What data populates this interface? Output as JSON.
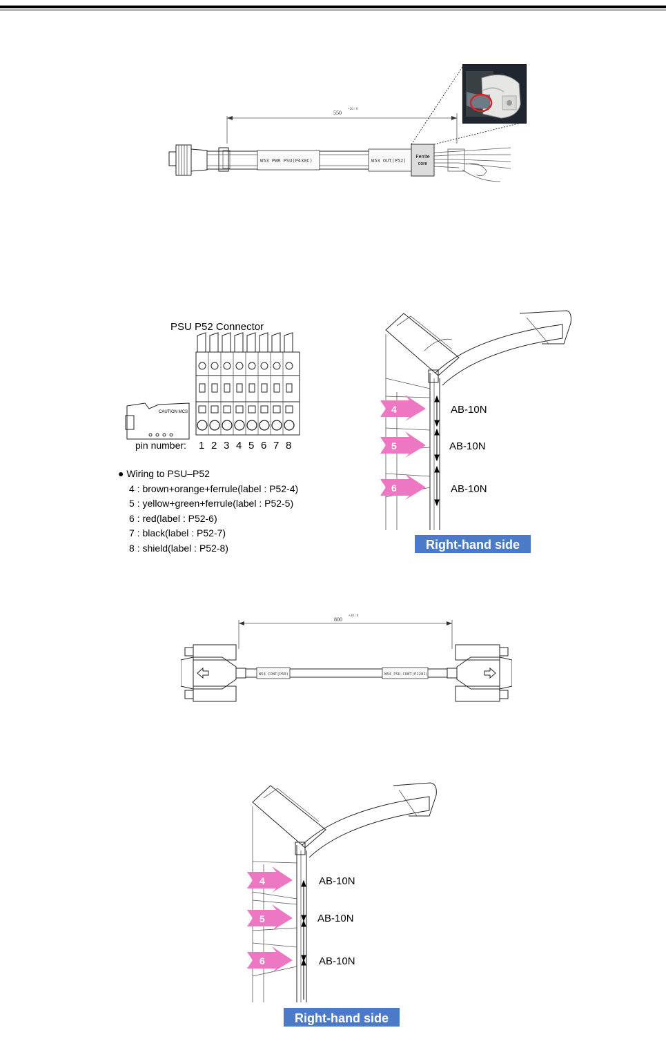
{
  "cable1": {
    "dimension": "550",
    "dimension_tol": "+20 / 0",
    "label_left": "W53 PWR PSU(P430C)",
    "label_right": "W53 OUT(P52)",
    "ferrite_line1": "Ferrite",
    "ferrite_line2": "core"
  },
  "connector": {
    "title": "PSU P52 Connector",
    "pin_prefix": "pin number:",
    "pins": [
      "1",
      "2",
      "3",
      "4",
      "5",
      "6",
      "7",
      "8"
    ],
    "body_label": "CAUTION MCS"
  },
  "wiring": {
    "heading": "● Wiring to PSU–P52",
    "lines": [
      "4 : brown+orange+ferrule(label : P52-4)",
      "5 : yellow+green+ferrule(label : P52-5)",
      "6 : red(label : P52-6)",
      "7 : black(label : P52-7)",
      "8 : shield(label : P52-8)"
    ]
  },
  "rack1": {
    "arrows": [
      "4",
      "5",
      "6"
    ],
    "labels": [
      "AB-10N",
      "AB-10N",
      "AB-10N"
    ],
    "badge": "Right-hand side"
  },
  "cable2": {
    "dimension": "800",
    "dimension_tol": "+20 / 0",
    "label_left": "W54 CONT(P60)",
    "label_right": "W54 PSU-CONT(P1281)"
  },
  "rack2": {
    "arrows": [
      "4",
      "5",
      "6"
    ],
    "labels": [
      "AB-10N",
      "AB-10N",
      "AB-10N"
    ],
    "badge": "Right-hand side"
  },
  "colors": {
    "badge": "#4a7ac8",
    "arrow": "#ee77c4",
    "ferrite": "#dddddd"
  }
}
